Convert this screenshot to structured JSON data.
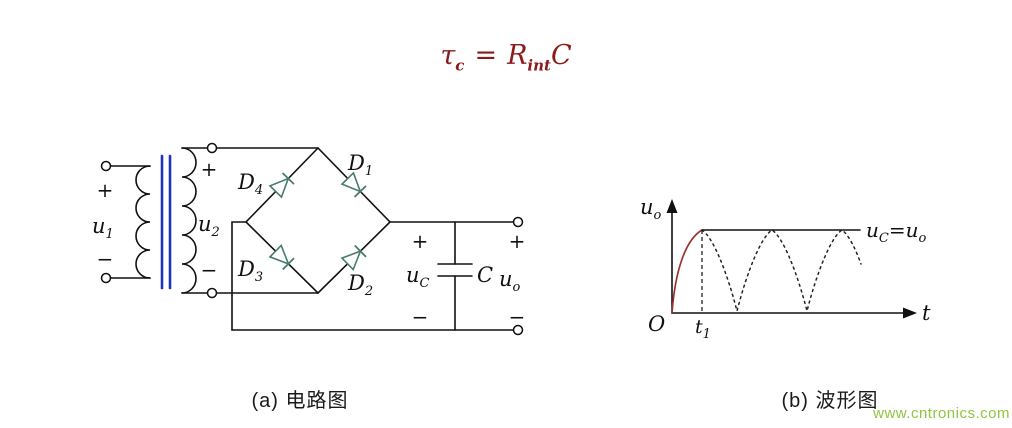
{
  "colors": {
    "formula_maroon": "#8b1a1a",
    "accent_red": "#c40000",
    "core_blue": "#2233bb",
    "diode_teal": "#4a7a6f",
    "curve_maroon": "#993333",
    "watermark_green": "#8dc63f",
    "ink": "#111111"
  },
  "formula": {
    "tau": "τ",
    "tau_sub": "c",
    "eq": "=",
    "r": "R",
    "r_sub": "int",
    "c": "C"
  },
  "circuit": {
    "u1_base": "u",
    "u1_sub": "1",
    "u2_base": "u",
    "u2_sub": "2",
    "d1_base": "D",
    "d1_sub": "1",
    "d2_base": "D",
    "d2_sub": "2",
    "d3_base": "D",
    "d3_sub": "3",
    "d4_base": "D",
    "d4_sub": "4",
    "uc_base": "u",
    "uc_sub": "C",
    "cap": "C",
    "uo_base": "u",
    "uo_sub": "o",
    "plus": "+",
    "minus": "−"
  },
  "waveform": {
    "y_base": "u",
    "y_sub": "o",
    "x_label": "t",
    "origin": "O",
    "t1_base": "t",
    "t1_sub": "1",
    "label_u_base": "u",
    "label_u_sub": "C",
    "label_eq": "=",
    "label_o_base": "u",
    "label_o_sub": "o"
  },
  "captions": {
    "a": "(a) 电路图",
    "b": "(b) 波形图"
  },
  "watermark": "www.cntronics.com"
}
